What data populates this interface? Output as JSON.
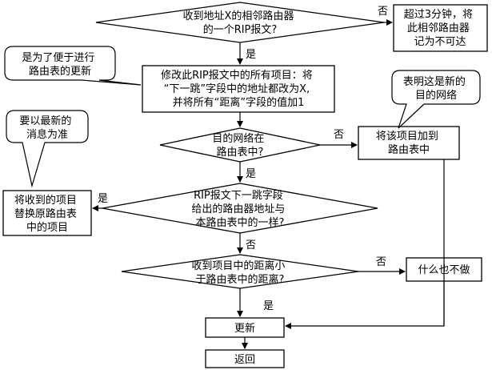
{
  "nodes": {
    "d1": [
      "收到地址X的相邻路由器",
      "的一个RIP报文?"
    ],
    "timeout": [
      "超过3分钟，将",
      "此相邻路由器",
      "记为不可达"
    ],
    "modify": [
      "修改此RIP报文中的所有项目：将",
      "“下一跳”字段中的地址都改为X,",
      "并将所有“距离”字段的值加1"
    ],
    "d2": [
      "目的网络在",
      "路由表中?"
    ],
    "add": [
      "将该项目加到",
      "路由表中"
    ],
    "d3": [
      "RIP报文下一跳字段",
      "给出的路由器地址与",
      "本路由表中的一样?"
    ],
    "replace": [
      "将收到的项目",
      "替换原路由表",
      "中的项目"
    ],
    "d4": [
      "收到项目中的距离小",
      "于路由表中的距离?"
    ],
    "nothing": [
      "什么也不做"
    ],
    "update": [
      "更新"
    ],
    "ret": [
      "返回"
    ]
  },
  "callouts": {
    "c1": [
      "是为了便于进行",
      "路由表的更新"
    ],
    "c2": [
      "表明这是新的",
      "目的网络"
    ],
    "c3": [
      "要以最新的",
      "消息为准"
    ]
  },
  "edges": {
    "d1_no": "否",
    "d1_yes": "是",
    "d2_no": "否",
    "d2_yes": "是",
    "d3_yes": "是",
    "d3_no": "否",
    "d4_no": "否",
    "d4_yes": "是"
  }
}
